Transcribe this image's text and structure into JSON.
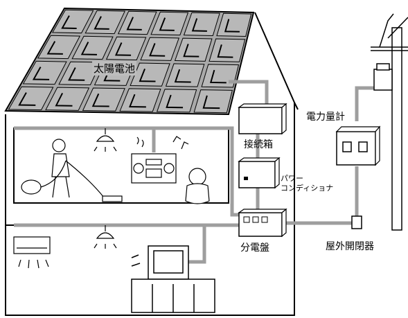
{
  "labels": {
    "solar_panel": "太陽電池",
    "junction_box": "接続箱",
    "power_conditioner_line1": "パワー",
    "power_conditioner_line2": "コンディショナ",
    "distribution_board": "分電盤",
    "power_meter": "電力量計",
    "outdoor_switch": "屋外開閉器"
  },
  "colors": {
    "panel_fill": "#a9a9a9",
    "panel_cell": "#b8b8b8",
    "cable": "#9e9e9e",
    "line": "#000000"
  }
}
